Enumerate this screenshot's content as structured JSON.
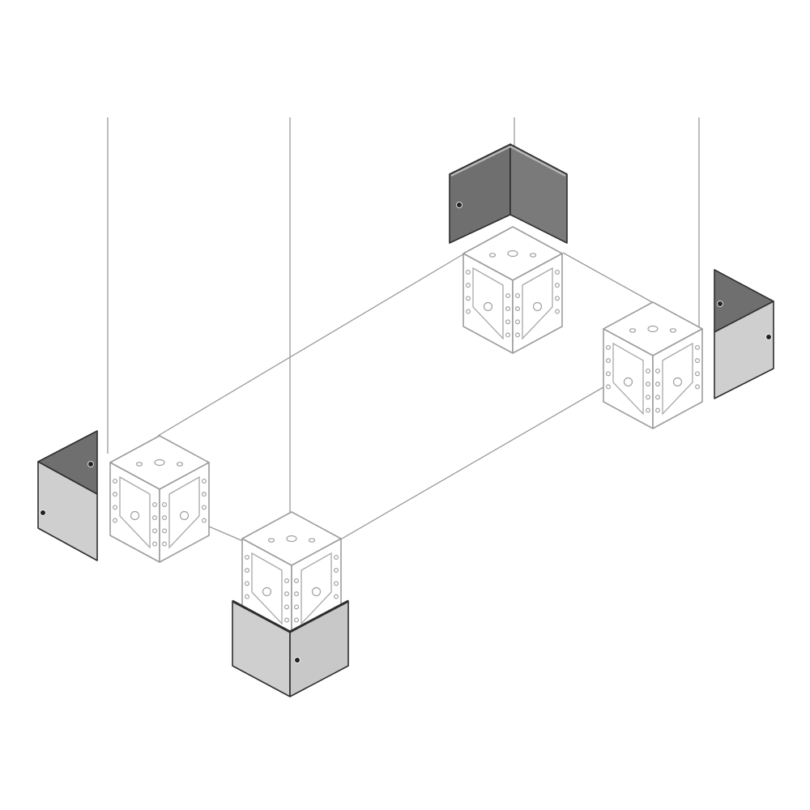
{
  "diagram": {
    "colors": {
      "panel_dark": "#6f6f6f",
      "panel_light": "#cfcfcf",
      "outline": "#2e2e2e",
      "cube_line": "#9c9c9c",
      "guide_line": "#9a9a9a"
    },
    "cubes": [
      "front",
      "left",
      "back",
      "right"
    ],
    "panels": [
      "back-corner-cover",
      "right-corner-cover",
      "left-corner-cover",
      "front-corner-cover"
    ]
  }
}
